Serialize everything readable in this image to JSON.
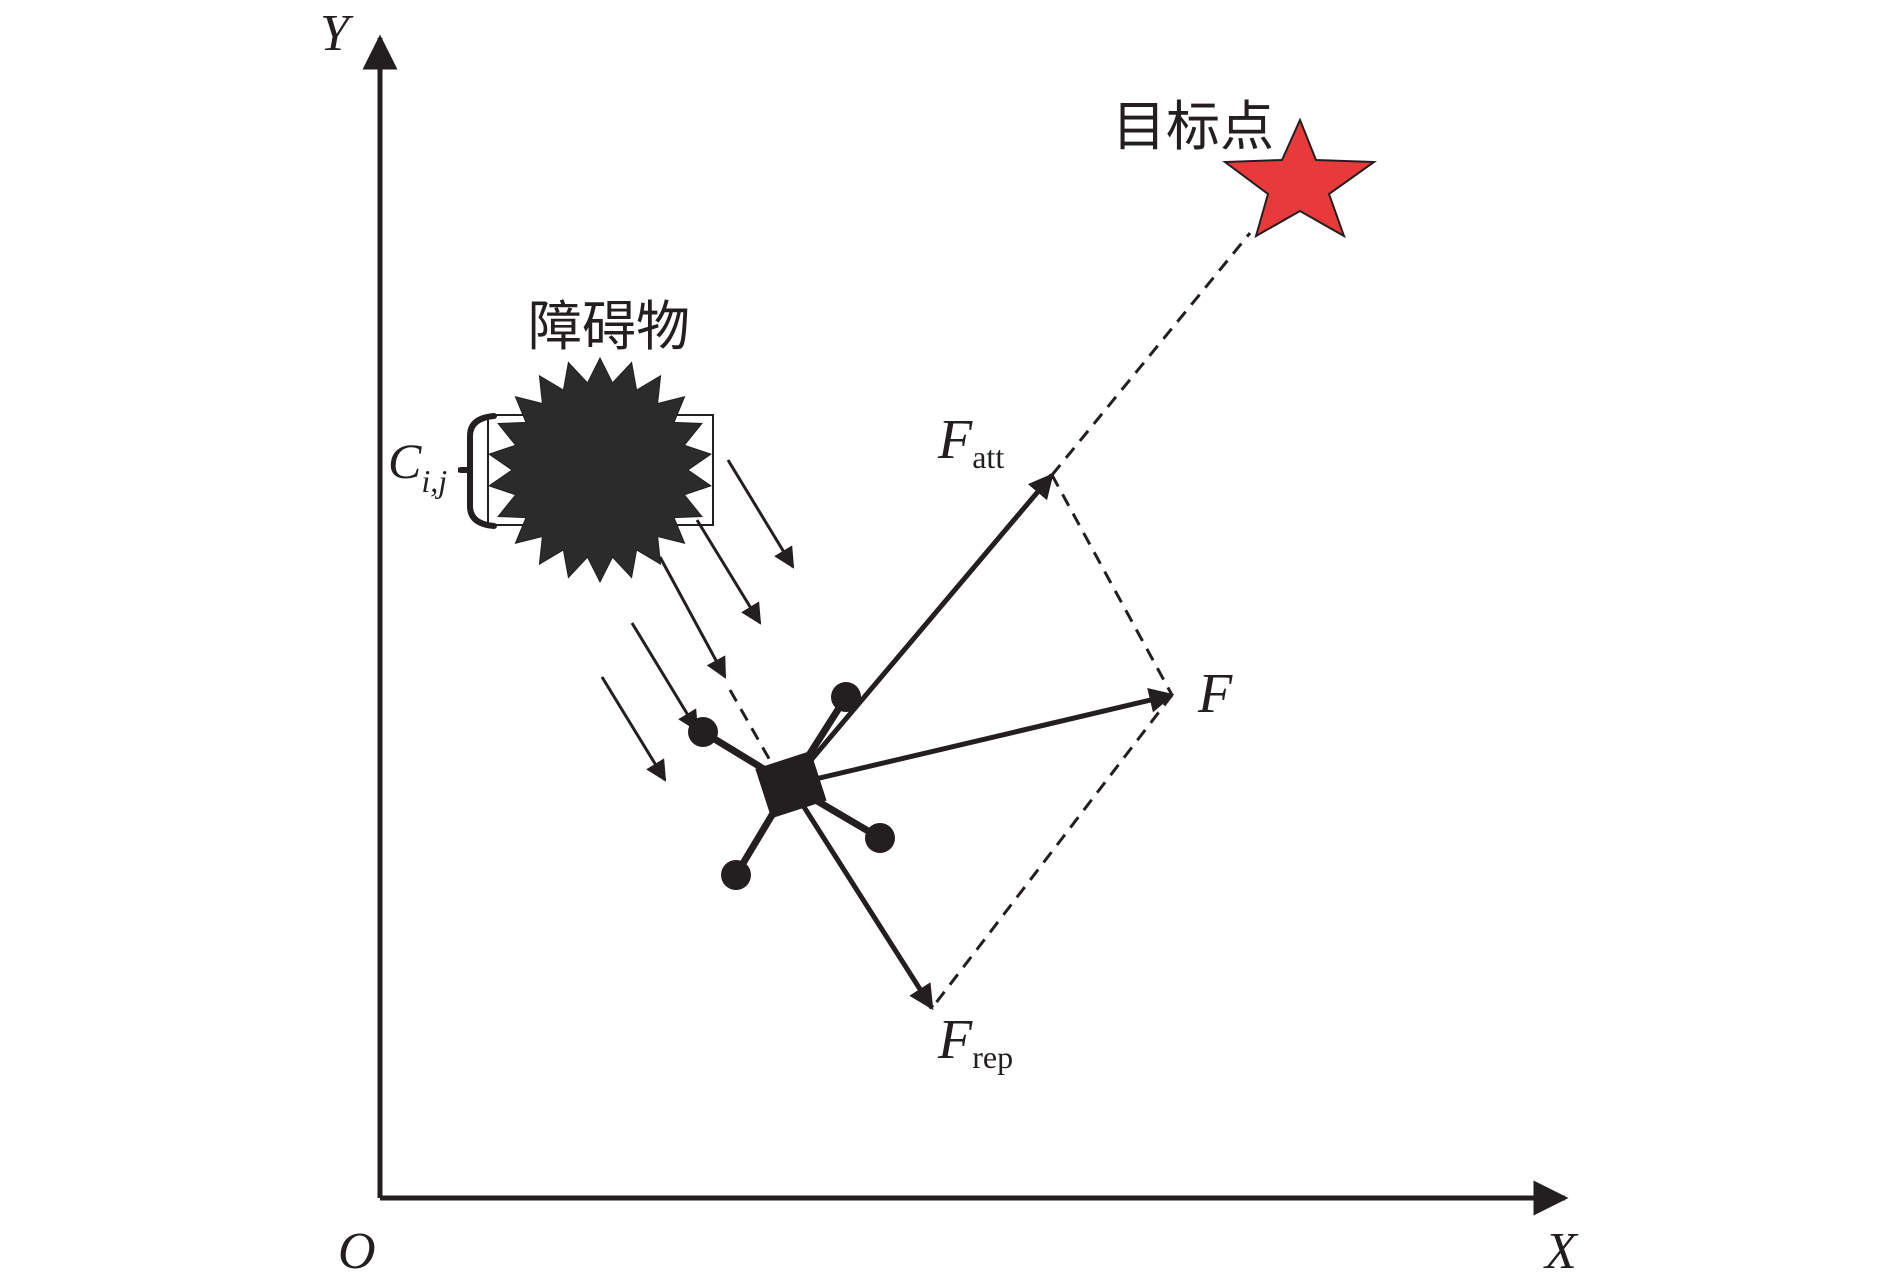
{
  "axes": {
    "origin_label": "O",
    "x_label": "X",
    "y_label": "Y"
  },
  "target": {
    "label": "目标点",
    "color": "#e83a3a"
  },
  "obstacle": {
    "label": "障碍物",
    "cell_label_main": "C",
    "cell_label_sub": "i,j"
  },
  "forces": {
    "attractive_main": "F",
    "attractive_sub": "att",
    "resultant": "F",
    "repulsive_main": "F",
    "repulsive_sub": "rep"
  },
  "colors": {
    "ink": "#231f20",
    "obstacle_fill": "#2b2b2b"
  },
  "icons": {
    "target": "star-icon",
    "agent": "quadrotor-drone-icon",
    "obstacle": "spiky-obstacle-icon"
  }
}
